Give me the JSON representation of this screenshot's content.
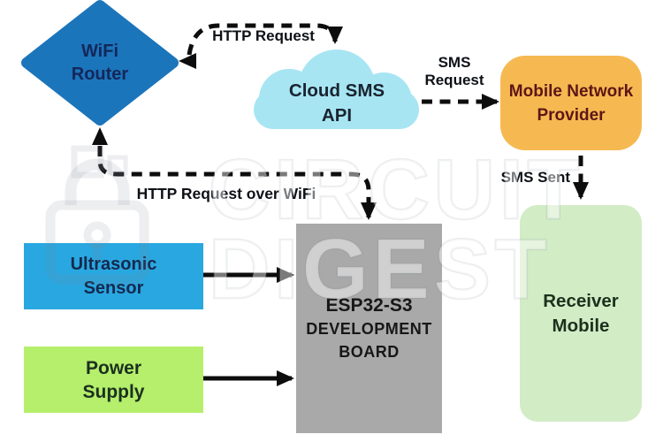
{
  "title": "ESP32-S3 SMS alert system block diagram",
  "watermark": {
    "word1": "CIRCUIT",
    "word2": "DIGEST"
  },
  "nodes": {
    "wifi_router": {
      "lines": [
        "WiFi",
        "Router"
      ],
      "fill": "#1b75bb",
      "shape": "diamond"
    },
    "cloud_sms_api": {
      "lines": [
        "Cloud SMS",
        "API"
      ],
      "fill": "#a7e5f3",
      "shape": "cloud"
    },
    "mobile_network_provider": {
      "lines": [
        "Mobile Network",
        "Provider"
      ],
      "fill": "#f6b951",
      "shape": "rounded-rect"
    },
    "receiver_mobile": {
      "lines": [
        "Receiver",
        "Mobile"
      ],
      "fill": "#d2ecc6",
      "shape": "rounded-rect"
    },
    "esp32_board": {
      "lines": [
        "ESP32-S3",
        "DEVELOPMENT",
        "BOARD"
      ],
      "fill": "#a9a9a9",
      "shape": "rect"
    },
    "ultrasonic_sensor": {
      "lines": [
        "Ultrasonic",
        "Sensor"
      ],
      "fill": "#29a7e0",
      "shape": "rect"
    },
    "power_supply": {
      "lines": [
        "Power",
        "Supply"
      ],
      "fill": "#b5ef6b",
      "shape": "rect"
    }
  },
  "edges": {
    "stroke": "#0d0d0d",
    "http_request": {
      "label": "HTTP Request",
      "from": "wifi_router",
      "to": "cloud_sms_api",
      "style": "dashed"
    },
    "sms_request": {
      "lines": [
        "SMS",
        "Request"
      ],
      "from": "cloud_sms_api",
      "to": "mobile_network_provider",
      "style": "dashed"
    },
    "sms_sent": {
      "label": "SMS Sent",
      "from": "mobile_network_provider",
      "to": "receiver_mobile",
      "style": "dashed"
    },
    "http_request_over_wifi": {
      "label": "HTTP Request over WiFi",
      "from": "wifi_router",
      "to": "esp32_board",
      "style": "dashed"
    },
    "sensor_to_board": {
      "label": "",
      "from": "ultrasonic_sensor",
      "to": "esp32_board",
      "style": "solid"
    },
    "power_to_board": {
      "label": "",
      "from": "power_supply",
      "to": "esp32_board",
      "style": "solid"
    }
  }
}
